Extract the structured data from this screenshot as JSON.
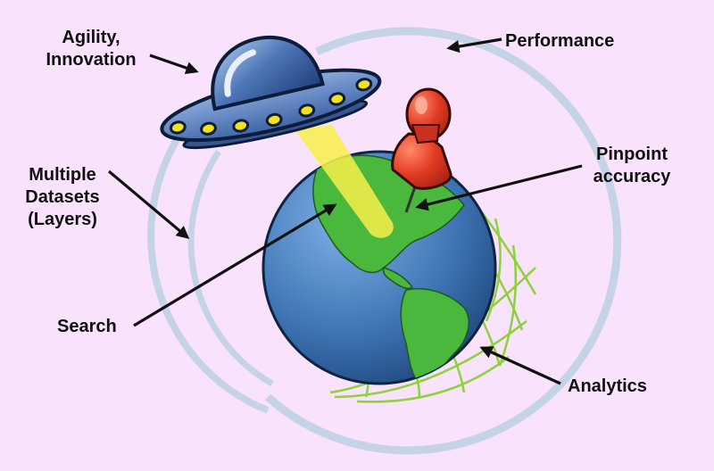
{
  "labels": {
    "agility": [
      "Agility,",
      "Innovation"
    ],
    "performance": "Performance",
    "pinpoint": [
      "Pinpoint",
      "accuracy"
    ],
    "datasets": [
      "Multiple",
      "Datasets",
      "(Layers)"
    ],
    "search": "Search",
    "analytics": "Analytics"
  },
  "colors": {
    "background": "#f9e2fb",
    "rings": "#c5d3e6",
    "ocean": "#3f75b5",
    "land": "#49b83d",
    "grid": "#8fd13b",
    "ufo_hull": "#5e86c4",
    "ufo_lights": "#f4e21a",
    "beam": "#f7f04a",
    "pushpin": "#e23a22",
    "arrows": "#111111"
  },
  "icons": [
    "ufo-icon",
    "globe-icon",
    "pushpin-icon",
    "light-beam-icon"
  ]
}
